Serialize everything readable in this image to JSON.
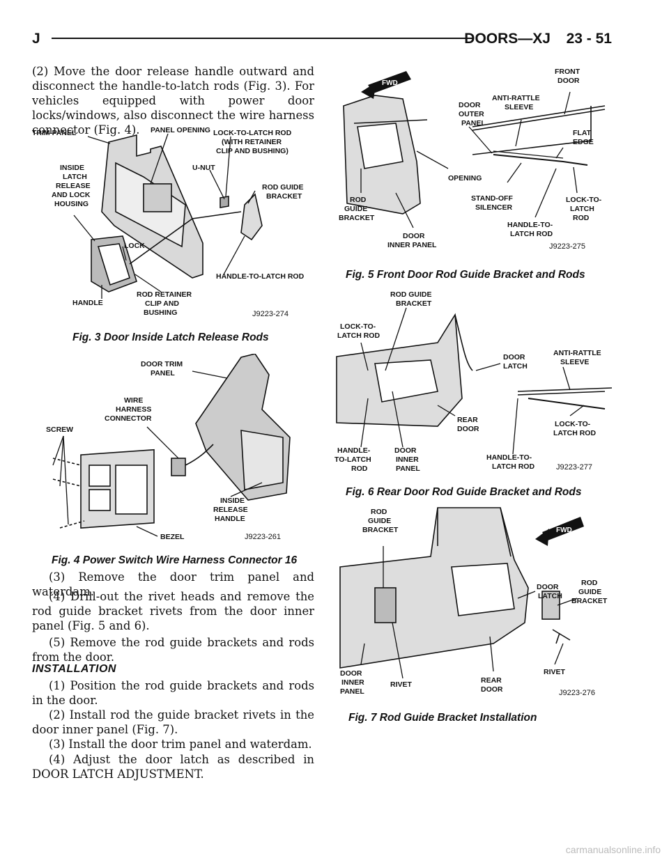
{
  "header": {
    "left": "J",
    "section": "DOORS—XJ",
    "page": "23 - 51"
  },
  "left_column": {
    "intro_paragraph": "(2) Move the door release handle outward and disconnect the handle-to-latch rods (Fig. 3). For vehicles equipped with power door locks/windows, also disconnect the wire harness connector (Fig. 4).",
    "fig3": {
      "caption": "Fig. 3 Door Inside Latch Release Rods",
      "code": "J9223-274",
      "labels": [
        "TRIM PANEL",
        "PANEL OPENING",
        "LOCK-TO-LATCH ROD",
        "(WITH RETAINER",
        "CLIP AND BUSHING)",
        "U-NUT",
        "ROD GUIDE",
        "BRACKET",
        "INSIDE",
        "LATCH",
        "RELEASE",
        "AND LOCK",
        "HOUSING",
        "LOCK",
        "HANDLE-TO-LATCH ROD",
        "HANDLE",
        "ROD RETAINER",
        "CLIP AND",
        "BUSHING"
      ]
    },
    "fig4": {
      "caption": "Fig. 4 Power Switch Wire Harness Connector 16",
      "code": "J9223-261",
      "labels": [
        "DOOR TRIM",
        "PANEL",
        "WIRE",
        "HARNESS",
        "CONNECTOR",
        "SCREW",
        "INSIDE",
        "RELEASE",
        "HANDLE",
        "BEZEL"
      ]
    },
    "steps": [
      "(3) Remove the door trim panel and waterdam.",
      "(4) Drill-out the rivet heads and remove the rod guide bracket rivets from the door inner panel (Fig. 5 and 6).",
      "(5) Remove the rod guide brackets and rods from the door."
    ],
    "installation_heading": "INSTALLATION",
    "installation_steps": [
      "(1) Position the rod guide brackets and rods in the door.",
      "(2) Install rod the guide bracket rivets in the door inner panel (Fig. 7).",
      "(3) Install the door trim panel and waterdam.",
      "(4) Adjust the door latch as described in DOOR LATCH ADJUSTMENT."
    ]
  },
  "right_column": {
    "fig5": {
      "caption": "Fig. 5 Front Door Rod Guide Bracket and Rods",
      "code": "J9223-275",
      "labels": [
        "FWD",
        "FRONT",
        "DOOR",
        "DOOR",
        "OUTER",
        "PANEL",
        "ANTI-RATTLE",
        "SLEEVE",
        "FLAT",
        "EDGE",
        "OPENING",
        "ROD",
        "GUIDE",
        "BRACKET",
        "STAND-OFF",
        "SILENCER",
        "LOCK-TO-",
        "LATCH",
        "ROD",
        "HANDLE-TO-",
        "LATCH ROD",
        "DOOR",
        "INNER PANEL"
      ]
    },
    "fig6": {
      "caption": "Fig. 6 Rear Door Rod Guide Bracket and Rods",
      "code": "J9223-277",
      "labels": [
        "ROD GUIDE",
        "BRACKET",
        "LOCK-TO-",
        "LATCH ROD",
        "DOOR",
        "LATCH",
        "ANTI-RATTLE",
        "SLEEVE",
        "REAR",
        "DOOR",
        "LOCK-TO-",
        "LATCH ROD",
        "HANDLE-",
        "TO-LATCH",
        "ROD",
        "DOOR",
        "INNER",
        "PANEL",
        "HANDLE-TO-",
        "LATCH ROD"
      ]
    },
    "fig7": {
      "caption": "Fig. 7 Rod Guide Bracket Installation",
      "code": "J9223-276",
      "labels": [
        "ROD",
        "GUIDE",
        "BRACKET",
        "FWD",
        "ROD",
        "GUIDE",
        "BRACKET",
        "DOOR",
        "LATCH",
        "DOOR",
        "INNER",
        "PANEL",
        "RIVET",
        "REAR",
        "DOOR",
        "RIVET"
      ]
    }
  },
  "watermark": "carmanualsonline.info"
}
